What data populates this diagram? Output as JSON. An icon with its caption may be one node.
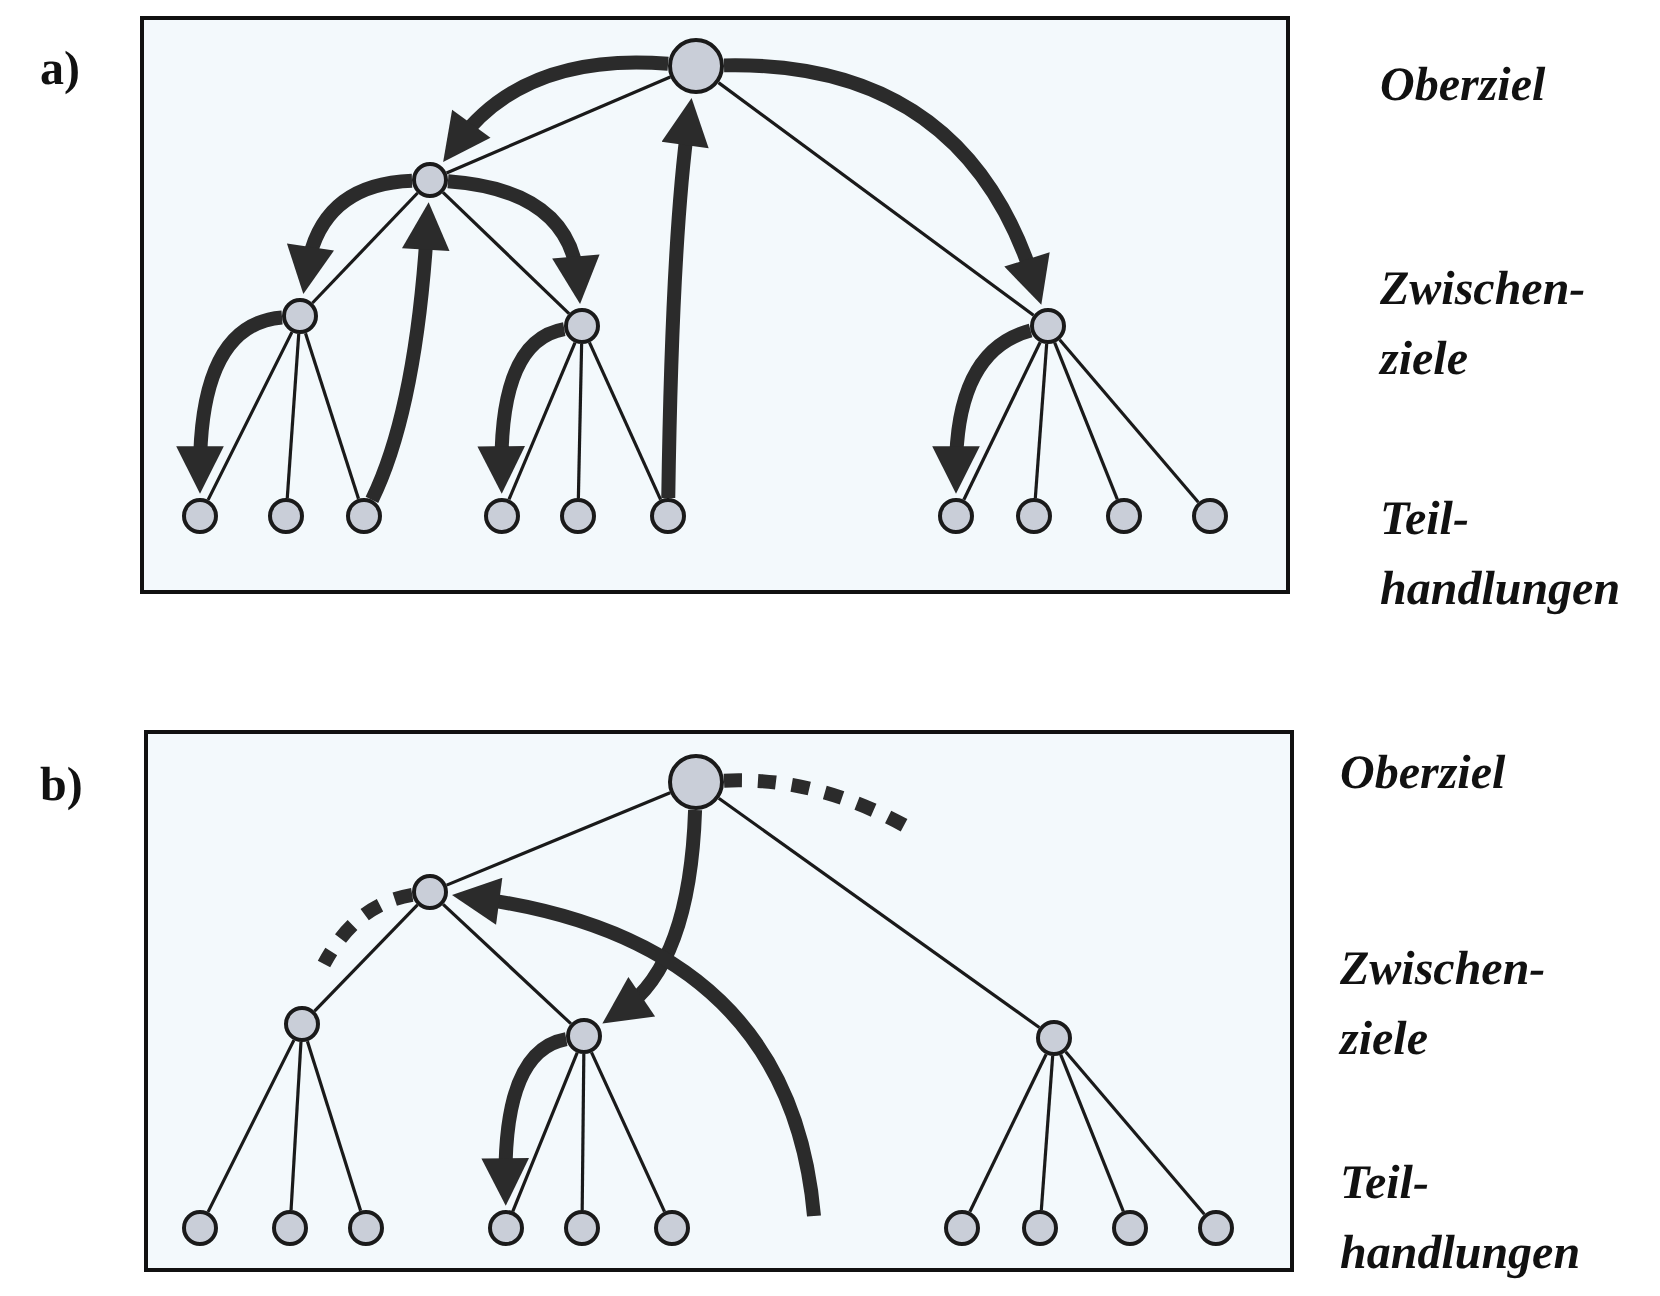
{
  "diagram": {
    "nodes": [
      {
        "text": [],
        "shape": "box",
        "beside": [
          "a)"
        ]
      },
      {
        "text": [],
        "shape": "circle",
        "in": 0
      },
      {
        "text": [],
        "shape": "circle",
        "in": 0
      },
      {
        "text": [],
        "shape": "circle",
        "in": 0
      },
      {
        "text": [],
        "shape": "circle",
        "in": 0
      },
      {
        "text": [],
        "shape": "circle",
        "in": 0
      },
      {
        "text": [],
        "shape": "circle",
        "in": 0
      },
      {
        "text": [],
        "shape": "circle",
        "in": 0
      },
      {
        "text": [],
        "shape": "circle",
        "in": 0
      },
      {
        "text": [],
        "shape": "circle",
        "in": 0
      },
      {
        "text": [],
        "shape": "circle",
        "in": 0
      },
      {
        "text": [],
        "shape": "circle",
        "in": 0
      },
      {
        "text": [],
        "shape": "circle",
        "in": 0
      },
      {
        "text": [],
        "shape": "circle",
        "in": 0
      },
      {
        "text": [],
        "shape": "circle",
        "in": 0
      },
      {
        "text": [],
        "shape": "circle",
        "in": 0
      },
      {
        "text": [],
        "shape": "box",
        "beside": [
          "b)"
        ]
      },
      {
        "text": [],
        "shape": "circle",
        "in": 16
      },
      {
        "text": [],
        "shape": "circle",
        "in": 16
      },
      {
        "text": [],
        "shape": "circle",
        "in": 16
      },
      {
        "text": [],
        "shape": "circle",
        "in": 16
      },
      {
        "text": [],
        "shape": "circle",
        "in": 16
      },
      {
        "text": [],
        "shape": "circle",
        "in": 16
      },
      {
        "text": [],
        "shape": "circle",
        "in": 16
      },
      {
        "text": [],
        "shape": "circle",
        "in": 16
      },
      {
        "text": [],
        "shape": "circle",
        "in": 16
      },
      {
        "text": [],
        "shape": "circle",
        "in": 16
      },
      {
        "text": [],
        "shape": "circle",
        "in": 16
      },
      {
        "text": [],
        "shape": "circle",
        "in": 16
      },
      {
        "text": [],
        "shape": "circle",
        "in": 16
      },
      {
        "text": [],
        "shape": "circle",
        "in": 16
      },
      {
        "text": [],
        "shape": "circle",
        "in": 16
      }
    ],
    "edges": [
      {
        "from": 1,
        "to": 2,
        "arrow": "none"
      },
      {
        "from": 1,
        "to": 5,
        "arrow": "none"
      },
      {
        "from": 2,
        "to": 3,
        "arrow": "none"
      },
      {
        "from": 2,
        "to": 4,
        "arrow": "none"
      },
      {
        "from": 3,
        "to": 6,
        "arrow": "none"
      },
      {
        "from": 3,
        "to": 7,
        "arrow": "none"
      },
      {
        "from": 3,
        "to": 8,
        "arrow": "none"
      },
      {
        "from": 4,
        "to": 9,
        "arrow": "none"
      },
      {
        "from": 4,
        "to": 10,
        "arrow": "none"
      },
      {
        "from": 4,
        "to": 11,
        "arrow": "none"
      },
      {
        "from": 5,
        "to": 12,
        "arrow": "none"
      },
      {
        "from": 5,
        "to": 13,
        "arrow": "none"
      },
      {
        "from": 5,
        "to": 14,
        "arrow": "none"
      },
      {
        "from": 5,
        "to": 15,
        "arrow": "none"
      },
      {
        "from": 1,
        "to": 2,
        "arrow": "to",
        "style": "thick"
      },
      {
        "from": 1,
        "to": 5,
        "arrow": "to",
        "style": "thick"
      },
      {
        "from": 2,
        "to": 3,
        "arrow": "to",
        "style": "thick"
      },
      {
        "from": 2,
        "to": 4,
        "arrow": "to",
        "style": "thick"
      },
      {
        "from": 3,
        "to": 6,
        "arrow": "to",
        "style": "thick"
      },
      {
        "from": 8,
        "to": 2,
        "arrow": "to",
        "style": "thick"
      },
      {
        "from": 4,
        "to": 9,
        "arrow": "to",
        "style": "thick"
      },
      {
        "from": 11,
        "to": 1,
        "arrow": "to",
        "style": "thick"
      },
      {
        "from": 5,
        "to": 12,
        "arrow": "to",
        "style": "thick"
      },
      {
        "from": 17,
        "to": 18,
        "arrow": "none"
      },
      {
        "from": 17,
        "to": 21,
        "arrow": "none"
      },
      {
        "from": 18,
        "to": 19,
        "arrow": "none"
      },
      {
        "from": 18,
        "to": 20,
        "arrow": "none"
      },
      {
        "from": 19,
        "to": 22,
        "arrow": "none"
      },
      {
        "from": 19,
        "to": 23,
        "arrow": "none"
      },
      {
        "from": 19,
        "to": 24,
        "arrow": "none"
      },
      {
        "from": 20,
        "to": 25,
        "arrow": "none"
      },
      {
        "from": 20,
        "to": 26,
        "arrow": "none"
      },
      {
        "from": 20,
        "to": 27,
        "arrow": "none"
      },
      {
        "from": 21,
        "to": 28,
        "arrow": "none"
      },
      {
        "from": 21,
        "to": 29,
        "arrow": "none"
      },
      {
        "from": 21,
        "to": 30,
        "arrow": "none"
      },
      {
        "from": 21,
        "to": 31,
        "arrow": "none"
      },
      {
        "from": 17,
        "to": null,
        "arrow": "none",
        "style": "dashed"
      },
      {
        "from": 18,
        "to": null,
        "arrow": "none",
        "style": "dashed"
      },
      {
        "from": 17,
        "to": 20,
        "arrow": "to",
        "style": "thick"
      },
      {
        "from": null,
        "to": 18,
        "arrow": "to",
        "style": "thick"
      },
      {
        "from": 20,
        "to": 25,
        "arrow": "to",
        "style": "thick"
      }
    ],
    "labels": [
      "Oberziel",
      "Zwischen- ziele",
      "Teil- handlungen",
      "Oberziel",
      "Zwischen- ziele",
      "Teil- handlungen"
    ]
  }
}
